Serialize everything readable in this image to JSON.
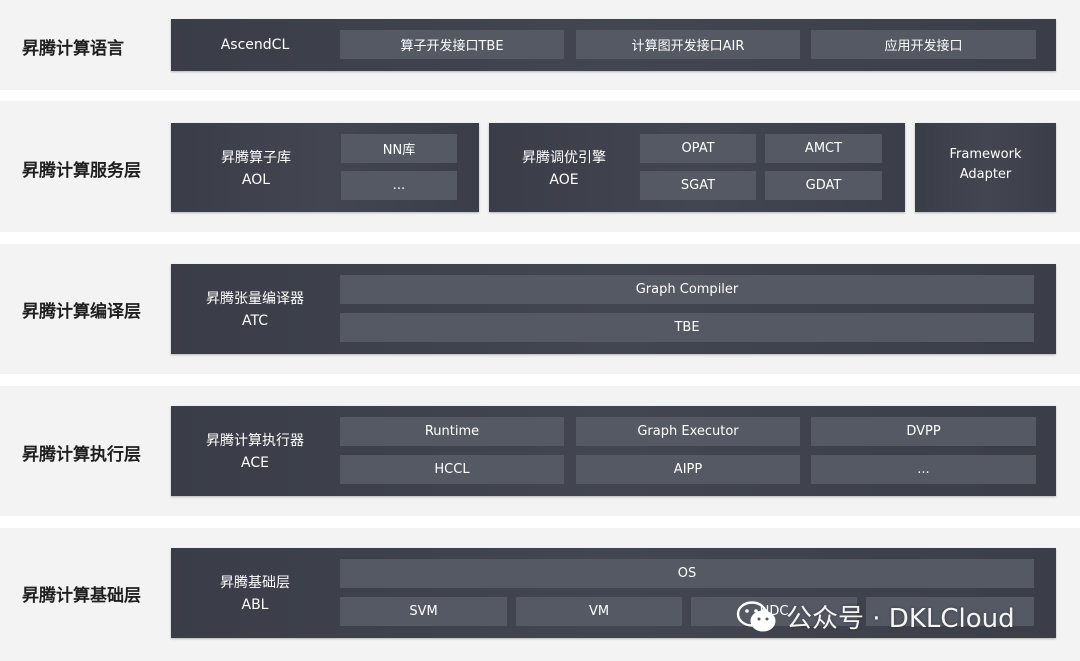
{
  "layers": [
    {
      "label": "昇腾计算语言",
      "blocks": [
        {
          "title": [
            "AscendCL"
          ],
          "chips": [
            "算子开发接口TBE",
            "计算图开发接口AIR",
            "应用开发接口"
          ]
        }
      ]
    },
    {
      "label": "昇腾计算服务层",
      "blocks": [
        {
          "title": [
            "昇腾算子库",
            "AOL"
          ],
          "chips": [
            "NN库",
            "..."
          ]
        },
        {
          "title": [
            "昇腾调优引擎",
            "AOE"
          ],
          "chips": [
            "OPAT",
            "AMCT",
            "SGAT",
            "GDAT"
          ]
        },
        {
          "title": [
            "Framework",
            "Adapter"
          ],
          "chips": []
        }
      ]
    },
    {
      "label": "昇腾计算编译层",
      "blocks": [
        {
          "title": [
            "昇腾张量编译器",
            "ATC"
          ],
          "chips": [
            "Graph Compiler",
            "TBE"
          ]
        }
      ]
    },
    {
      "label": "昇腾计算执行层",
      "blocks": [
        {
          "title": [
            "昇腾计算执行器",
            "ACE"
          ],
          "chips": [
            "Runtime",
            "Graph Executor",
            "DVPP",
            "HCCL",
            "AIPP",
            "..."
          ]
        }
      ]
    },
    {
      "label": "昇腾计算基础层",
      "blocks": [
        {
          "title": [
            "昇腾基础层",
            "ABL"
          ],
          "chips": [
            "OS",
            "SVM",
            "VM",
            "HDC",
            ""
          ]
        }
      ]
    }
  ],
  "watermark": {
    "text": "公众号 · DKLCloud",
    "icon": "wechat-icon"
  }
}
